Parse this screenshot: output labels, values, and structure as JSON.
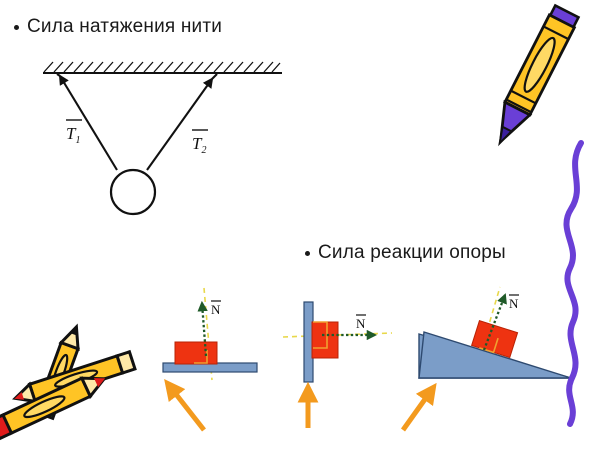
{
  "slide": {
    "title_bullets": [
      {
        "id": "tension",
        "text": "Сила натяжения нити"
      },
      {
        "id": "normal",
        "text": "Сила реакции опоры"
      }
    ]
  },
  "tension_diagram": {
    "name": "pendulum-two-strings",
    "ceiling_label": "hatched-ceiling",
    "labels": {
      "t1_symbol": "T",
      "t1_subscript": "1",
      "t2_symbol": "T",
      "t2_subscript": "2"
    },
    "bob": "circle"
  },
  "normal_force_diagrams": [
    {
      "id": "horizontal-surface",
      "surface": "horizontal-slab",
      "block": "red-block",
      "vector_label": "N",
      "vector_direction": "up",
      "pointer_direction": "up-right"
    },
    {
      "id": "vertical-wall",
      "surface": "vertical-wall",
      "block": "red-block",
      "vector_label": "N",
      "vector_direction": "right",
      "pointer_direction": "up"
    },
    {
      "id": "inclined-plane",
      "surface": "inclined-triangle",
      "block": "red-block",
      "vector_label": "N",
      "vector_direction": "perpendicular-to-incline",
      "pointer_direction": "up-right"
    }
  ],
  "decorations": [
    {
      "id": "pencil-top-right",
      "name": "yellow-purple-pencil",
      "tip": "purple"
    },
    {
      "id": "squiggle-right",
      "name": "purple-wavy-line"
    },
    {
      "id": "pencils-bottom-left",
      "name": "crossed-pencils-trio",
      "tips": [
        "green",
        "red",
        "red"
      ]
    }
  ],
  "colors": {
    "block_red": "#EE3311",
    "block_red_dark": "#B82305",
    "support_blue": "#7B9DC8",
    "support_blue_dark": "#2E4A70",
    "vector_green": "#1F5A28",
    "axis_yellow": "#E8D84A",
    "pointer_orange": "#F39A1E",
    "angle_orange": "#F0A030",
    "pencil_yellow": "#FFC425",
    "pencil_yellow_light": "#FFD964",
    "pencil_purple": "#6A3FD6",
    "pencil_green": "#2FA22F",
    "pencil_red": "#E01B1B",
    "squiggle_purple": "#6A3FD6",
    "ink_black": "#111111"
  }
}
